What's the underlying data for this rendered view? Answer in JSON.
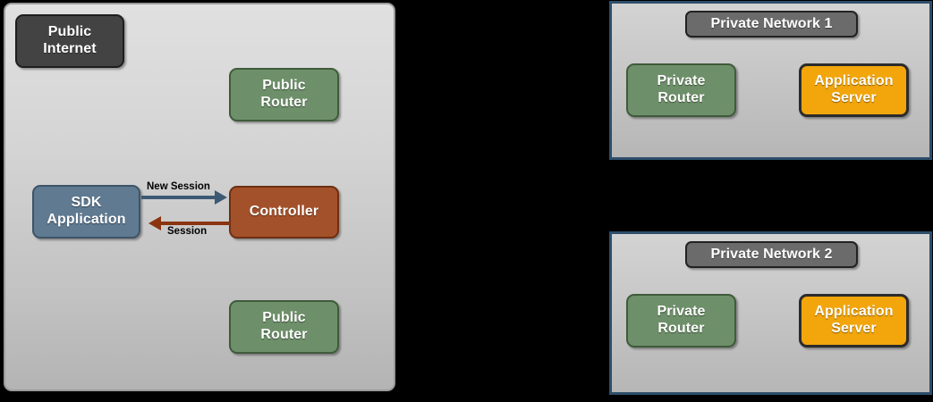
{
  "diagram": {
    "public_zone": {
      "name": "public-internet-zone",
      "nodes": [
        {
          "id": "public-internet",
          "label": "Public\nInternet",
          "type": "cloud-zone-label",
          "color": "#434343"
        },
        {
          "id": "public-router-top",
          "label": "Public\nRouter",
          "type": "router",
          "color": "#6d8f69"
        },
        {
          "id": "sdk-application",
          "label": "SDK\nApplication",
          "type": "client",
          "color": "#5f7a91"
        },
        {
          "id": "controller",
          "label": "Controller",
          "type": "controller",
          "color": "#a3512a"
        },
        {
          "id": "public-router-bot",
          "label": "Public\nRouter",
          "type": "router",
          "color": "#6d8f69"
        }
      ],
      "connectors": [
        {
          "id": "new-session",
          "label": "New Session",
          "from": "sdk-application",
          "to": "controller",
          "direction": "right",
          "color": "#3c5a74"
        },
        {
          "id": "session",
          "label": "Session",
          "from": "controller",
          "to": "sdk-application",
          "direction": "left",
          "color": "#8a3410"
        }
      ]
    },
    "private_networks": [
      {
        "id": "private-network-1",
        "title": "Private Network 1",
        "border_color": "#2d4e6b",
        "nodes": [
          {
            "id": "private-router-1",
            "label": "Private\nRouter",
            "type": "router",
            "color": "#6d8f69"
          },
          {
            "id": "application-server-1",
            "label": "Application\nServer",
            "type": "application-server",
            "color": "#f2a60c"
          }
        ]
      },
      {
        "id": "private-network-2",
        "title": "Private Network 2",
        "border_color": "#2d4e6b",
        "nodes": [
          {
            "id": "private-router-2",
            "label": "Private\nRouter",
            "type": "router",
            "color": "#6d8f69"
          },
          {
            "id": "application-server-2",
            "label": "Application\nServer",
            "type": "application-server",
            "color": "#f2a60c"
          }
        ]
      }
    ]
  }
}
